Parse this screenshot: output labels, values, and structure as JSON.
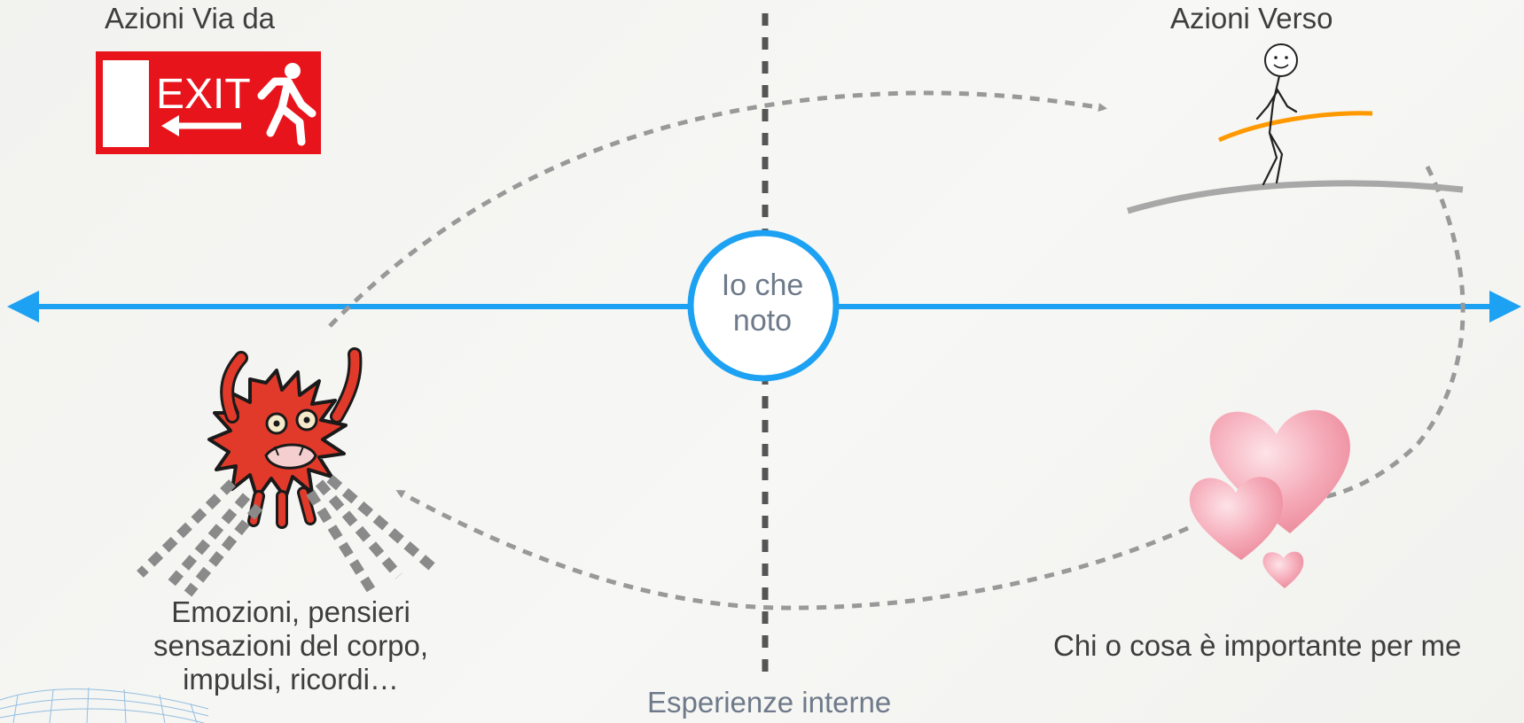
{
  "diagram": {
    "top_left_label": "Azioni Via da",
    "top_right_label": "Azioni Verso",
    "center_label": "Io che noto",
    "bottom_left_label": "Emozioni, pensieri sensazioni del corpo, impulsi, ricordi…",
    "bottom_right_label": "Chi o cosa è importante per me",
    "bottom_center_label": "Esperienze interne",
    "exit_sign_text": "EXIT"
  },
  "colors": {
    "axis": "#1da1f2",
    "dashed_line": "#999999",
    "exit_sign": "#e8141c",
    "tightrope_pole": "#ff9900",
    "monster": "#e23a2a",
    "heart": "#f7b3bf"
  }
}
